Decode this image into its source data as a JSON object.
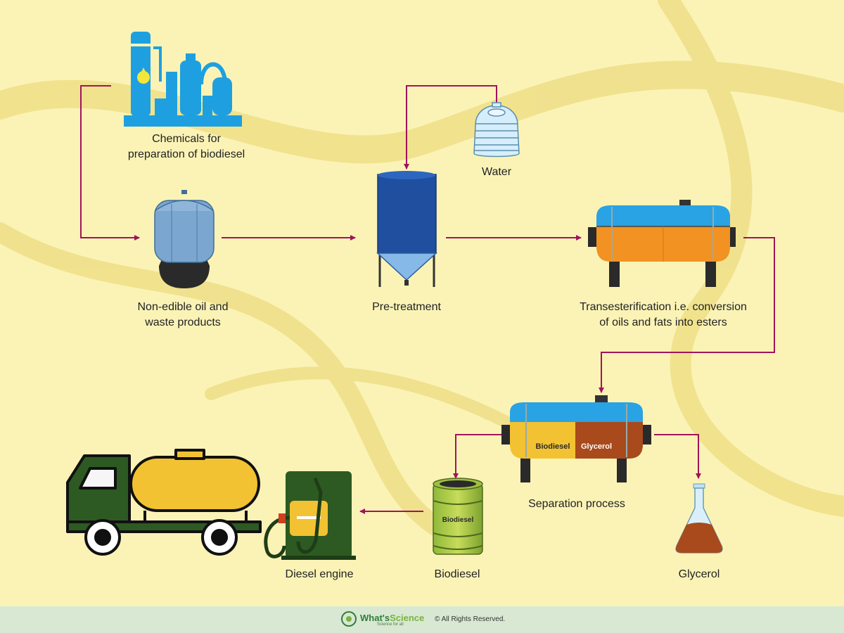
{
  "labels": {
    "chemicals": [
      "Chemicals for",
      "preparation of biodiesel"
    ],
    "water": "Water",
    "oil": [
      "Non-edible oil and",
      "waste products"
    ],
    "pretreatment": "Pre-treatment",
    "transesterification": [
      "Transesterification i.e. conversion",
      "of oils and fats into esters"
    ],
    "separation": "Separation process",
    "tank_biodiesel": "Biodiesel",
    "tank_glycerol": "Glycerol",
    "drum": "Biodiesel",
    "biodiesel": "Biodiesel",
    "glycerol": "Glycerol",
    "diesel_engine": "Diesel engine"
  },
  "footer": {
    "brand_a": "What's",
    "brand_b": "Science",
    "tagline": "Science for all",
    "rights": "© All Rights Reserved."
  },
  "colors": {
    "background": "#fbf3b6",
    "arrow": "#a0145c",
    "chemical_plant": "#1ea0e0",
    "tank_top": "#29a3e3",
    "tank_oil": "#f29222",
    "biodiesel_layer": "#f2c232",
    "glycerol_layer": "#a84a1c",
    "truck_green": "#2d5a22",
    "truck_tank": "#f2c232"
  }
}
